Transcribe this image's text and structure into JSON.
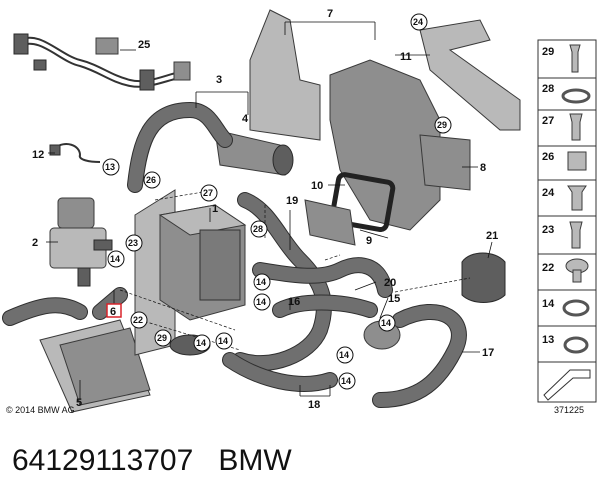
{
  "callouts": {
    "c1": "1",
    "c2": "2",
    "c3": "3",
    "c4": "4",
    "c5": "5",
    "c6": "6",
    "c7": "7",
    "c8": "8",
    "c9": "9",
    "c10": "10",
    "c11": "11",
    "c12": "12",
    "c15": "15",
    "c16": "16",
    "c17": "17",
    "c18": "18",
    "c19": "19",
    "c20": "20",
    "c21": "21",
    "c25": "25"
  },
  "circled": {
    "k24": "24",
    "k29": "29",
    "k27": "27",
    "k26": "26",
    "k28": "28",
    "k13": "13",
    "k23": "23",
    "k14a": "14",
    "k14b": "14",
    "k14c": "14",
    "k14d": "14",
    "k14e": "14",
    "k14f": "14",
    "k14g": "14",
    "k14h": "14",
    "k22": "22",
    "k29b": "29"
  },
  "legend": [
    "29",
    "28",
    "27",
    "26",
    "24",
    "23",
    "22",
    "14",
    "13"
  ],
  "copyright": "© 2014 BMW AG",
  "diagram_id": "371225",
  "footer": {
    "part_number": "64129113707",
    "brand": "BMW"
  }
}
